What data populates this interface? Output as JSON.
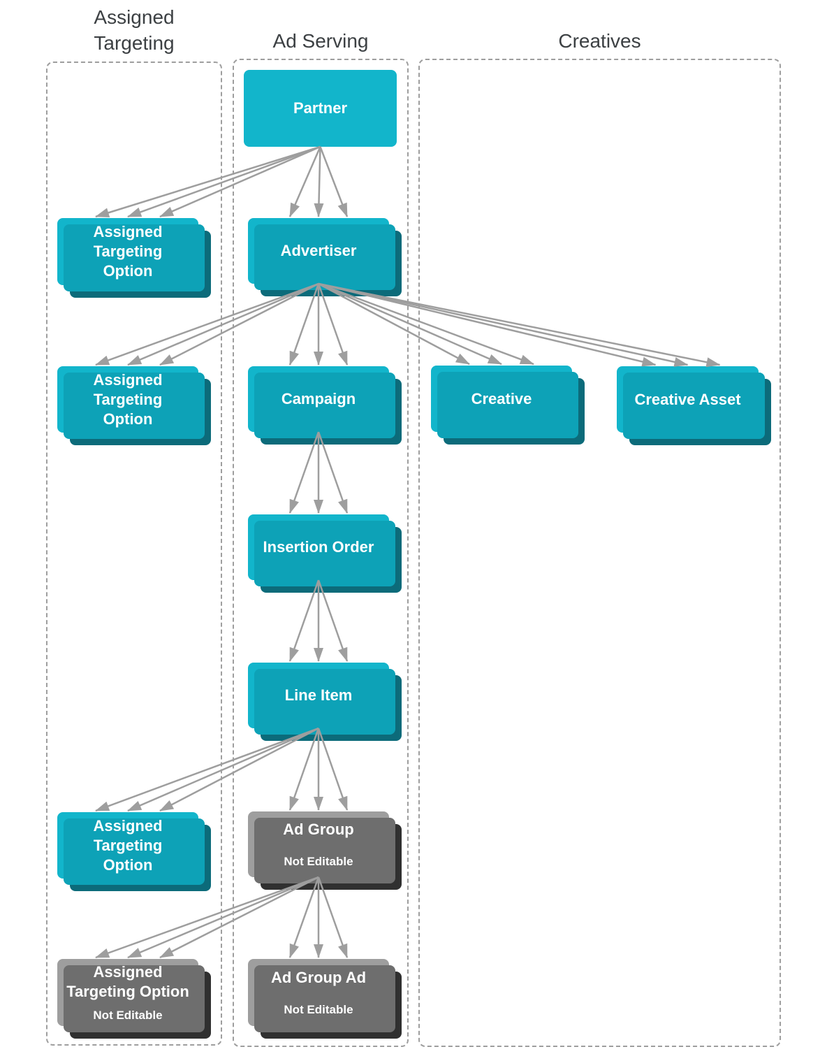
{
  "diagram": {
    "type": "entity-hierarchy-diagram",
    "columns": {
      "assigned_targeting": {
        "title": "Assigned\nTargeting"
      },
      "ad_serving": {
        "title": "Ad Serving"
      },
      "creatives": {
        "title": "Creatives"
      }
    },
    "legend": {
      "editable_color": "#12B5CB",
      "not_editable_color": "#9E9E9E",
      "arrow_color": "#9E9E9E",
      "title_color": "#3C4043"
    },
    "nodes": {
      "partner": {
        "label": "Partner",
        "sublabel": "",
        "editable": true,
        "stacked": false,
        "column": "ad_serving"
      },
      "ato_partner": {
        "label": "Assigned Targeting Option",
        "sublabel": "",
        "editable": true,
        "stacked": true,
        "column": "assigned_targeting"
      },
      "advertiser": {
        "label": "Advertiser",
        "sublabel": "",
        "editable": true,
        "stacked": true,
        "column": "ad_serving"
      },
      "ato_advertiser": {
        "label": "Assigned Targeting Option",
        "sublabel": "",
        "editable": true,
        "stacked": true,
        "column": "assigned_targeting"
      },
      "campaign": {
        "label": "Campaign",
        "sublabel": "",
        "editable": true,
        "stacked": true,
        "column": "ad_serving"
      },
      "creative": {
        "label": "Creative",
        "sublabel": "",
        "editable": true,
        "stacked": true,
        "column": "creatives"
      },
      "creative_asset": {
        "label": "Creative Asset",
        "sublabel": "",
        "editable": true,
        "stacked": true,
        "column": "creatives"
      },
      "insertion_order": {
        "label": "Insertion Order",
        "sublabel": "",
        "editable": true,
        "stacked": true,
        "column": "ad_serving"
      },
      "line_item": {
        "label": "Line Item",
        "sublabel": "",
        "editable": true,
        "stacked": true,
        "column": "ad_serving"
      },
      "ato_line_item": {
        "label": "Assigned Targeting Option",
        "sublabel": "",
        "editable": true,
        "stacked": true,
        "column": "assigned_targeting"
      },
      "ad_group": {
        "label": "Ad Group",
        "sublabel": "Not Editable",
        "editable": false,
        "stacked": true,
        "column": "ad_serving"
      },
      "ato_not_editable": {
        "label": "Assigned Targeting Option",
        "sublabel": "Not Editable",
        "editable": false,
        "stacked": true,
        "column": "assigned_targeting"
      },
      "ad_group_ad": {
        "label": "Ad Group Ad",
        "sublabel": "Not Editable",
        "editable": false,
        "stacked": true,
        "column": "ad_serving"
      }
    },
    "edges": [
      {
        "from": "partner",
        "to": "ato_partner"
      },
      {
        "from": "partner",
        "to": "advertiser"
      },
      {
        "from": "advertiser",
        "to": "ato_advertiser"
      },
      {
        "from": "advertiser",
        "to": "campaign"
      },
      {
        "from": "advertiser",
        "to": "creative"
      },
      {
        "from": "advertiser",
        "to": "creative_asset"
      },
      {
        "from": "campaign",
        "to": "insertion_order"
      },
      {
        "from": "insertion_order",
        "to": "line_item"
      },
      {
        "from": "line_item",
        "to": "ato_line_item"
      },
      {
        "from": "line_item",
        "to": "ad_group"
      },
      {
        "from": "ad_group",
        "to": "ato_not_editable"
      },
      {
        "from": "ad_group",
        "to": "ad_group_ad"
      }
    ]
  }
}
